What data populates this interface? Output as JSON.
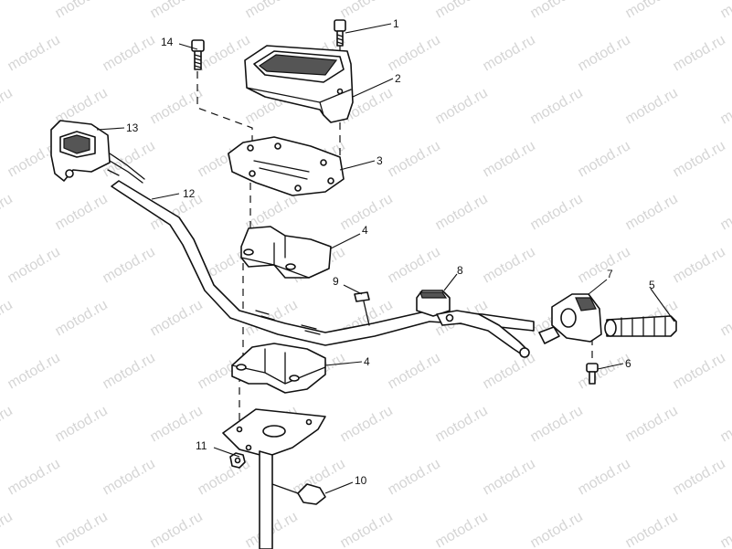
{
  "watermark": {
    "text": "motod.ru",
    "color": "#c8c8c8"
  },
  "colors": {
    "line": "#111111",
    "background": "#ffffff"
  },
  "callouts": {
    "c1": "1",
    "c2": "2",
    "c3": "3",
    "c4a": "4",
    "c4b": "4",
    "c5": "5",
    "c6": "6",
    "c7": "7",
    "c8": "8",
    "c9": "9",
    "c10": "10",
    "c11": "11",
    "c12": "12",
    "c13": "13",
    "c14": "14"
  }
}
